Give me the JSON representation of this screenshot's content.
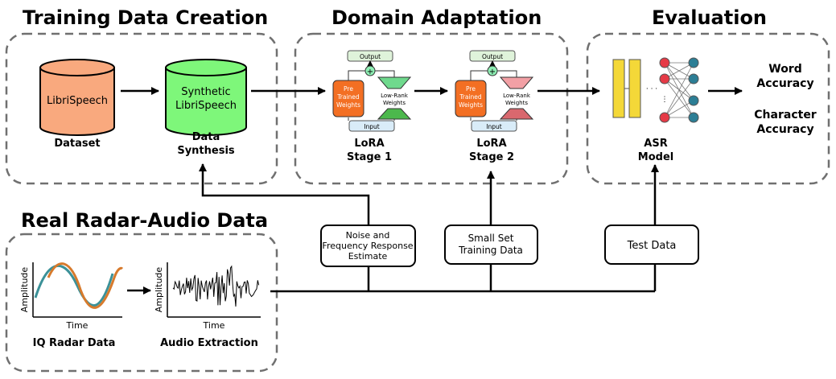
{
  "sections": {
    "training": {
      "title": "Training Data Creation"
    },
    "domain": {
      "title": "Domain Adaptation"
    },
    "evaluation": {
      "title": "Evaluation"
    },
    "real": {
      "title": "Real Radar-Audio Data"
    }
  },
  "training": {
    "dataset_cylinder": "LibriSpeech",
    "dataset_caption": "Dataset",
    "synthetic_line1": "Synthetic",
    "synthetic_line2": "LibriSpeech",
    "synthesis_caption_line1": "Data",
    "synthesis_caption_line2": "Synthesis"
  },
  "lora": {
    "output_label": "Output",
    "input_label": "Input",
    "pretrained_line1": "Pre",
    "pretrained_line2": "Trained",
    "pretrained_line3": "Weights",
    "lowrank_line1": "Low-Rank",
    "lowrank_line2": "Weights",
    "plus": "+",
    "stage1_line1": "LoRA",
    "stage1_line2": "Stage 1",
    "stage2_line1": "LoRA",
    "stage2_line2": "Stage 2"
  },
  "evaluation": {
    "asr_line1": "ASR",
    "asr_line2": "Model",
    "dots": "· · ·",
    "word_line1": "Word",
    "word_line2": "Accuracy",
    "char_line1": "Character",
    "char_line2": "Accuracy"
  },
  "boxes": {
    "noise_line1": "Noise and",
    "noise_line2": "Frequency Response",
    "noise_line3": "Estimate",
    "small_line1": "Small Set",
    "small_line2": "Training Data",
    "test": "Test Data"
  },
  "real": {
    "amplitude_label": "Amplitude",
    "time_label": "Time",
    "iq_caption": "IQ Radar Data",
    "audio_caption": "Audio Extraction"
  },
  "colors": {
    "librispeech_fill": "#f9a97e",
    "synthetic_fill": "#7ef77a",
    "pretrained_fill": "#f36f23",
    "lowrank_green": "#6fd98d",
    "lowrank_pink": "#f2a0a5",
    "box_light_green": "#dff3da",
    "box_light_blue": "#d9ecf8",
    "asr_yellow": "#f4d838",
    "nn_red": "#e53a46",
    "nn_teal": "#2c7e95",
    "wave_teal": "#3b9198",
    "wave_orange": "#d77a2c",
    "dashed_border": "#707070"
  }
}
